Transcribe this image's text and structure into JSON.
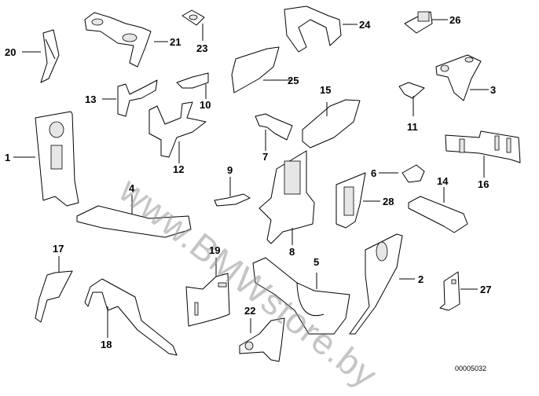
{
  "diagram": {
    "title": "",
    "watermark": "www.BMWstore.by",
    "diagram_code": "00005032",
    "callouts": [
      {
        "id": "1",
        "label": "1"
      },
      {
        "id": "2",
        "label": "2"
      },
      {
        "id": "3",
        "label": "3"
      },
      {
        "id": "4",
        "label": "4"
      },
      {
        "id": "5",
        "label": "5"
      },
      {
        "id": "6",
        "label": "6"
      },
      {
        "id": "7",
        "label": "7"
      },
      {
        "id": "8",
        "label": "8"
      },
      {
        "id": "9",
        "label": "9"
      },
      {
        "id": "10",
        "label": "10"
      },
      {
        "id": "11",
        "label": "11"
      },
      {
        "id": "12",
        "label": "12"
      },
      {
        "id": "13",
        "label": "13"
      },
      {
        "id": "14",
        "label": "14"
      },
      {
        "id": "15",
        "label": "15"
      },
      {
        "id": "16",
        "label": "16"
      },
      {
        "id": "17",
        "label": "17"
      },
      {
        "id": "18",
        "label": "18"
      },
      {
        "id": "19",
        "label": "19"
      },
      {
        "id": "20",
        "label": "20"
      },
      {
        "id": "21",
        "label": "21"
      },
      {
        "id": "22",
        "label": "22"
      },
      {
        "id": "23",
        "label": "23"
      },
      {
        "id": "24",
        "label": "24"
      },
      {
        "id": "25",
        "label": "25"
      },
      {
        "id": "26",
        "label": "26"
      },
      {
        "id": "27",
        "label": "27"
      },
      {
        "id": "28",
        "label": "28"
      }
    ]
  }
}
